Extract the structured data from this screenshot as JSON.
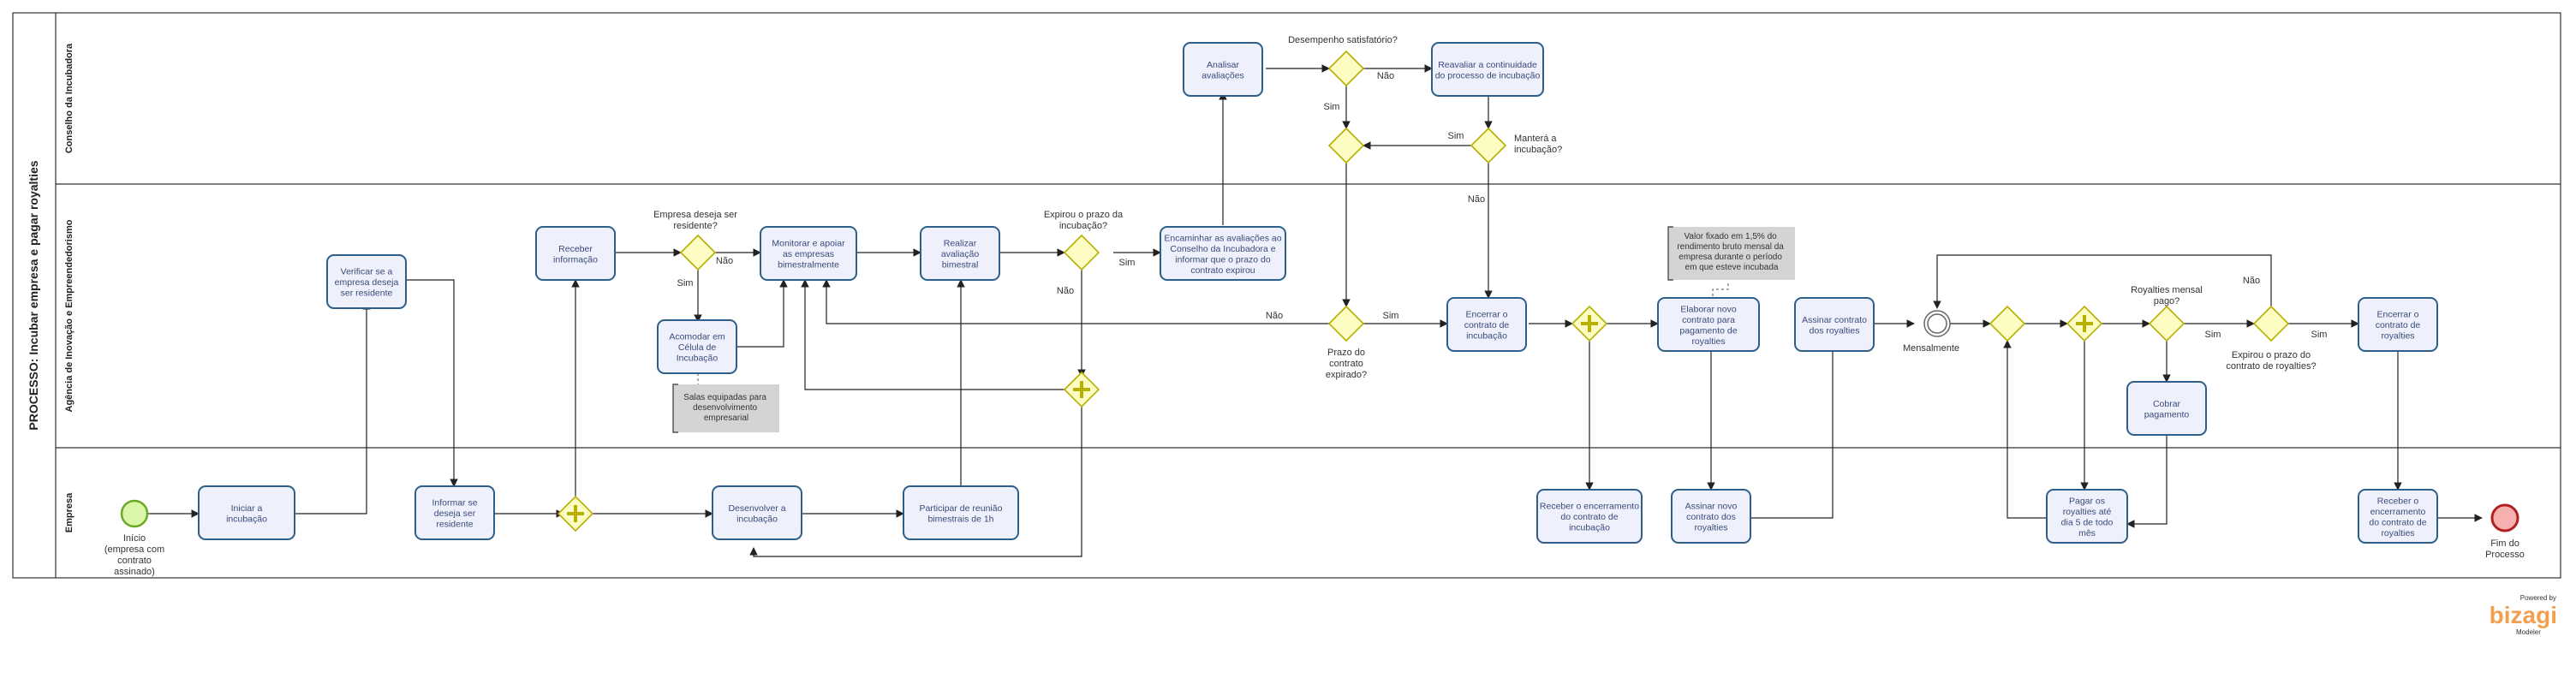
{
  "pool": {
    "title": "PROCESSO: Incubar empresa e pagar royalties"
  },
  "lanes": {
    "conselho": "Conselho da Incubadora",
    "agencia": "Agência de Inovação e Empreendedorismo",
    "empresa": "Empresa"
  },
  "events": {
    "start": "Início (empresa com contrato assinado)",
    "intermediate": "Mensalmente",
    "end": "Fim do Processo"
  },
  "tasks": {
    "iniciar": "Iniciar a incubação",
    "verificar": "Verificar se a empresa deseja ser residente",
    "informar": "Informar se deseja ser residente",
    "receber_info": "Receber informação",
    "acomodar": "Acomodar em Célula de Incubação",
    "monitorar": "Monitorar e apoiar as empresas bimestralmente",
    "desenvolver": "Desenvolver a incubação",
    "participar": "Participar de reunião bimestrais de 1h",
    "realizar": "Realizar avaliação bimestral",
    "encaminhar": "Encaminhar as avaliações ao Conselho da Incubadora e informar que o prazo do contrato expirou",
    "analisar": "Analisar avaliações",
    "reavaliar": "Reavaliar a continuidade do processo de incubação",
    "encerrar_inc": "Encerrar o contrato de incubação",
    "receber_enc": "Receber o encerramento do contrato de incubação",
    "elaborar": "Elaborar novo contrato para pagamento de royalties",
    "assinar_novo": "Assinar novo contrato dos royalties",
    "assinar_roy": "Assinar contrato dos royalties",
    "pagar": "Pagar os royalties até dia 5 de todo mês",
    "cobrar": "Cobrar pagamento",
    "encerrar_roy": "Encerrar o contrato de royalties",
    "receber_roy": "Receber o encerramento do contrato de royalties"
  },
  "gateways": {
    "residente": "Empresa deseja ser residente?",
    "expirou_inc": "Expirou o prazo da incubação?",
    "desempenho": "Desempenho satisfatório?",
    "mantera": "Manterá a incubação?",
    "prazo": "Prazo do contrato expirado?",
    "royalties_pago": "Royalties mensal pago?",
    "expirou_roy": "Expirou o prazo do contrato de royalties?"
  },
  "flow_labels": {
    "sim": "Sim",
    "nao": "Não"
  },
  "annotations": {
    "salas": "Salas equipadas para desenvolvimento empresarial",
    "valor": "Valor fixado em 1,5% do rendimento bruto mensal da empresa durante o período em que esteve incubada"
  },
  "branding": {
    "powered": "Powered by",
    "logo": "bizagi",
    "product": "Modeler",
    "logo_color": "#f0a050"
  },
  "colors": {
    "task_fill": "#eef0fb",
    "task_stroke": "#2d5f8a",
    "gateway_fill": "#fdfcc2",
    "gateway_stroke": "#b6b000",
    "start_fill": "#d8f7a8",
    "start_stroke": "#6aaa20",
    "end_fill": "#f7b0b0",
    "end_stroke": "#b02020",
    "annotation_fill": "#d4d4d4"
  }
}
